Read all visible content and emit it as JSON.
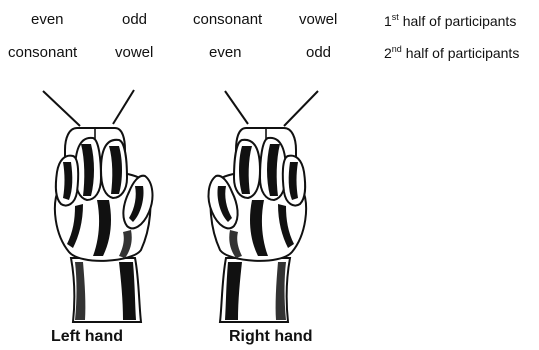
{
  "left_hand": {
    "row1": {
      "left_button": "even",
      "right_button": "odd"
    },
    "row2": {
      "left_button": "consonant",
      "right_button": "vowel"
    },
    "caption": "Left hand"
  },
  "right_hand": {
    "row1": {
      "left_button": "consonant",
      "right_button": "vowel"
    },
    "row2": {
      "left_button": "even",
      "right_button": "odd"
    },
    "caption": "Right hand"
  },
  "groups": {
    "first": {
      "ordinal": "1",
      "suffix": "st",
      "text": "half of participants"
    },
    "second": {
      "ordinal": "2",
      "suffix": "nd",
      "text": "half of participants"
    }
  }
}
